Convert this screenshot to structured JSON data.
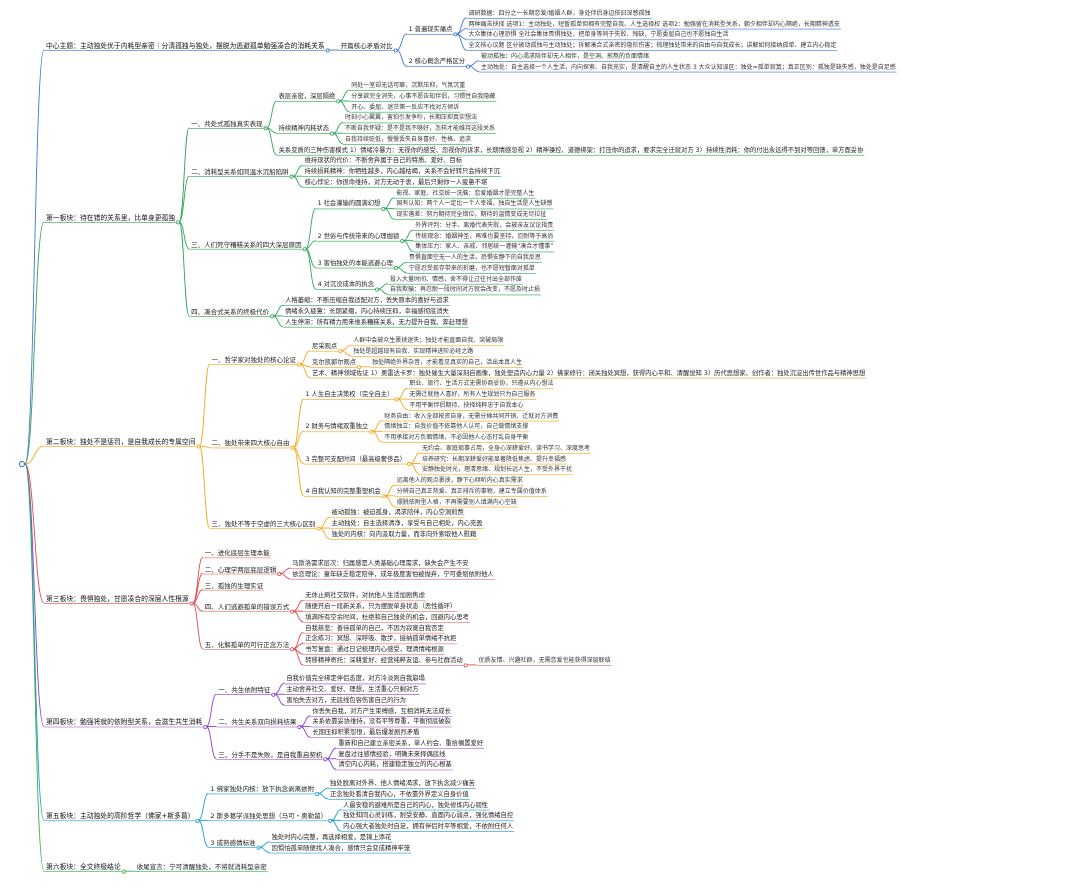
{
  "mindmap": {
    "root": "",
    "branches": [
      {
        "label": "中心主题：主动独处优于内耗型亲密｜分清孤独与独处，摆脱为逃避孤单勉强凑合的消耗关系",
        "color": "#3f74d8",
        "children": [
          {
            "label": "开篇核心矛盾对比",
            "children": [
              {
                "label": "1 普遍现实痛点",
                "children": [
                  {
                    "label": "调研数据：四分之一长期恋爱/婚姻人群，身处伴侣身边依旧深感孤独"
                  },
                  {
                    "label": "两种痛苦抉择 选项1：主动独处，短暂孤单但拥有完整自我、人生选择权 选项2：勉强留在消耗型关系，朝夕相伴却内心隔绝，长期精神透支"
                  },
                  {
                    "label": "大众集体心理恐惧 全社会集体畏惧独处，把单身等同于失败、残缺，宁愿委屈自己也不愿独自生活"
                  },
                  {
                    "label": "全文核心议题 区分被动孤独与主动独处；拆解凑合式亲密的隐形伤害；梳理独处带来的自由与自我成长；讲解如何接纳孤单、建立内心稳定"
                  }
                ]
              },
              {
                "label": "2 核心概念严格区分",
                "children": [
                  {
                    "label": "被动孤独：内心渴求陪伴却无人相伴，是空洞、煎熬的负面情绪"
                  },
                  {
                    "label": "主动独处：自主选择一个人生活，内向探索、自我充实，是清醒自主的人生状态 3 大众认知误区：独处=孤单寂寞；真正区别：孤独是缺失感，独处是自足感"
                  }
                ]
              }
            ]
          }
        ]
      },
      {
        "label": "第一板块：待在错的关系里，比单身更孤独",
        "color": "#2ea55a",
        "children": [
          {
            "label": "一、共处式孤独真实表现",
            "children": [
              {
                "label": "表层亲密，深层隔绝",
                "children": [
                  {
                    "label": "同处一室却无话可聊，沉默压抑，气氛沉重"
                  },
                  {
                    "label": "分享欲完全消失，心事不愿告知伴侣，习惯性自我隐藏"
                  },
                  {
                    "label": "开心、委屈、迷茫第一反应不找对方倾诉"
                  }
                ]
              },
              {
                "label": "持续精神内耗状态",
                "children": [
                  {
                    "label": "时刻小心翼翼，害怕引发争吵，长期压抑真实想法"
                  },
                  {
                    "label": "不断自我怀疑：是不是我不够好，怎样才能维持这段关系"
                  },
                  {
                    "label": "自我持续贬低，慢慢丢失自身喜好、性格、追求"
                  }
                ]
              },
              {
                "label": "关系变质的三种伤害模式 1）情绪冷暴力：无视你的感受、忽视你的诉求，长期情感忽视 2）精神操控、道德绑架：打压你的追求，要求完全迁就对方 3）持续性消耗：你的付出永远得不到对等回馈，单方面妥协"
              }
            ]
          },
          {
            "label": "二、消耗型关系如同温水沉船陷阱",
            "children": [
              {
                "label": "维持现状的代价：不断舍弃属于自己的特质、爱好、目标"
              },
              {
                "label": "持续损耗精神：你牺牲越多，内心越枯竭，关系不会好转只会持续下沉"
              },
              {
                "label": "核心悖论：你很命维持，对方无动于衷，最后只剩你一人疲惫不堪"
              }
            ]
          },
          {
            "label": "三、人们死守糟糕关系的四大深层原因",
            "children": [
              {
                "label": "1 社会灌输的圆满幻想",
                "children": [
                  {
                    "label": "影视、家庭、社交统一洗脑：恋爱婚姻才是完整人生"
                  },
                  {
                    "label": "固有认知：两个人一定比一个人幸福，独自生活是人生缺憾"
                  },
                  {
                    "label": "现实落差：努力期待完全错位，期待的温情变成无尽拉扯"
                  }
                ]
              },
              {
                "label": "2 世俗与传统带来的心理枷锁",
                "children": [
                  {
                    "label": "外界评判：分手、离婚代表失败，会被亲友议论指责"
                  },
                  {
                    "label": "传统观念：婚姻神圣，再难也要坚持，忍耐等于高尚"
                  },
                  {
                    "label": "集体压力：家人、亲戚、邻居统一灌输“凑合才懂事”"
                  }
                ]
              },
              {
                "label": "3 害怕独处的本能逃避心理",
                "children": [
                  {
                    "label": "畏惧直面空无一人的生活，恐惧安静下的自我反思"
                  },
                  {
                    "label": "宁愿忍受现存带来的折磨，也不愿短暂面对孤单"
                  }
                ]
              },
              {
                "label": "4 对沉没成本的执念",
                "children": [
                  {
                    "label": "投入大量时间、情感，舍不得让过往付出全部作废"
                  },
                  {
                    "label": "自我欺骗：再忍耐一段时间对方就会改变，不愿及时止损"
                  }
                ]
              }
            ]
          },
          {
            "label": "四、凑合式关系的终极代价",
            "children": [
              {
                "label": "人格萎缩：不断压缩自我适配对方，丢失原本的喜好与追求"
              },
              {
                "label": "情绪永久疲惫：长期紧绷，内心持续压抑，幸福感彻底消失"
              },
              {
                "label": "人生停滞：所有精力用来维系糟糕关系，无力提升自我、奔赴理想"
              }
            ]
          }
        ]
      },
      {
        "label": "第二板块：独处不是惩罚，是自我成长的专属空间",
        "color": "#f0a81c",
        "children": [
          {
            "label": "一、哲学家对独处的核心论证",
            "children": [
              {
                "label": "尼采观点",
                "children": [
                  {
                    "label": "人群中会被众生裹挟迷失；独处才能直面自我、突破局限"
                  },
                  {
                    "label": "独处是超越现有自我、实现精神进阶必经之路"
                  }
                ]
              },
              {
                "label": "克尔凯郭尔观点",
                "children": [
                  {
                    "label": "独处隔绝外界杂音，才能看见真实的自己，活出本真人生"
                  }
                ]
              },
              {
                "label": "艺术、精神领域佐证 1）奥雷达卡罗：独处催生大量深刻自画像，独处塑造内心力量 2）佛家修行：闭关独处冥想，获得内心平和、清醒觉知 3）历代思想家、创作者：独处沉淀出传世作品与精神思想"
              }
            ]
          },
          {
            "label": "二、独处带来四大核心自由",
            "children": [
              {
                "label": "1 人生自主决策权（完全自主）",
                "children": [
                  {
                    "label": "职业、旅行、生活方式无需协商妥协，只遵从内心想法"
                  },
                  {
                    "label": "无需迁就他人喜好，所有人生规划只为自己服务"
                  },
                  {
                    "label": "不用平衡伴侣期待，抉择纯粹忠于自我本心"
                  }
                ]
              },
              {
                "label": "2 财务与情绪双重独立",
                "children": [
                  {
                    "label": "财务自由：收入全部按资自身，无需分摊共同开销、迁就对方消费"
                  },
                  {
                    "label": "情绪独立：自我价值不依靠他人认可，自己做情绪支撑"
                  },
                  {
                    "label": "不用承接对方负面情绪，不必因他人心态打乱自身平衡"
                  }
                ]
              },
              {
                "label": "3 完整可支配时间（最高级奢侈品）",
                "children": [
                  {
                    "label": "无约会、家庭琐事占用，全身心深耕爱好、读书学习、深度思考"
                  },
                  {
                    "label": "培养研究：长期深耕爱好能显著降低焦虑、提升幸福感"
                  },
                  {
                    "label": "安静独处时光，理清思绪、规划长远人生，不受外界干扰"
                  }
                ]
              },
              {
                "label": "4 自我认知的完整重塑机会",
                "children": [
                  {
                    "label": "远离他人的观点裹挟，静下心倾听内心真实需求"
                  },
                  {
                    "label": "分辨自己真正热爱、真正排斥的事物，建立专属价值体系"
                  },
                  {
                    "label": "摆脱依附型人格，不再需要别人填满内心空缺"
                  }
                ]
              }
            ]
          },
          {
            "label": "三、独处不等于空虚的三大核心区别",
            "children": [
              {
                "label": "被动孤独：被迫孤身，渴求陪伴，内心空洞煎熬"
              },
              {
                "label": "主动独处：自主选择清净，享受与自己相处，内心充盈"
              },
              {
                "label": "独处的内核：向内汲取力量，而非向外索取他人慰藉"
              }
            ]
          }
        ]
      },
      {
        "label": "第三板块：畏惧独处，甘愿凑合的深层人性根源",
        "color": "#e24a4a",
        "children": [
          {
            "label": "一、进化底层生理本能"
          },
          {
            "label": "二、心理学两层底层逻辑",
            "children": [
              {
                "label": "马斯洛需求层次：归属感是人类基础心理需求，缺失会产生不安"
              },
              {
                "label": "依恋理论：童年缺乏稳定陪伴，成年极度害怕被抛弃，宁可委屈依附他人"
              }
            ]
          },
          {
            "label": "三、孤独的生理实证"
          },
          {
            "label": "四、人们逃避孤单的错误方式",
            "children": [
              {
                "label": "无休止刷社交软件，对抗他人生活加剧焦虑"
              },
              {
                "label": "随便开启一段新关系，只为摆脱单身状态（恶性循环）"
              },
              {
                "label": "填满所有空余时间，杜绝和自己独处的机会，回避内心思考"
              }
            ]
          },
          {
            "label": "五、化解孤单的可行正念方法",
            "children": [
              {
                "label": "自我慈悲：善待孤单的自己，不因为寂寞自我否定"
              },
              {
                "label": "正念练习：冥想、深呼吸、散步，接纳孤单情绪不抗拒"
              },
              {
                "label": "书写复盘：通过日记梳理内心感受，理清情绪根源"
              },
              {
                "label": "转移精神寄托：深耕爱好、经营纯粹友谊、参与社群活动",
                "children": [
                  {
                    "label": "优质友情、兴趣社群，无需恋爱也能获得深层联结"
                  }
                ]
              }
            ]
          }
        ]
      },
      {
        "label": "第四板块：勉强将就的依附型关系，会滋生共生消耗",
        "color": "#8a3fd1",
        "children": [
          {
            "label": "一、共生依附特征",
            "children": [
              {
                "label": "自我价值完全绑定伴侣态度，对方冷淡则自我崩塌"
              },
              {
                "label": "主动舍弃社交、爱好、理想，生活重心只剩对方"
              },
              {
                "label": "害怕失去对方，无底线包容伤害自己的行为"
              }
            ]
          },
          {
            "label": "二、共生关系双向损耗结果",
            "children": [
              {
                "label": "你丢失自我，对方产生束缚感，互相消耗无法成长"
              },
              {
                "label": "关系依靠妥协维持，没有平等尊重，平衡彻底破裂"
              },
              {
                "label": "长期压抑积累怨恨，最后爆发剧烈矛盾"
              }
            ]
          },
          {
            "label": "三、分手不是失败，是自我重启契机",
            "children": [
              {
                "label": "重新和自己建立亲密关系，单人约会、重拾搁置爱好"
              },
              {
                "label": "复盘过往感情经验，明确未来择偶底线"
              },
              {
                "label": "清空内心内耗，搭建稳定独立的内心根基"
              }
            ]
          }
        ]
      },
      {
        "label": "第五板块：主动独处的高阶哲学（佛家+斯多葛）",
        "color": "#1b9ad6",
        "children": [
          {
            "label": "1 佛家独处内核：放下执念剥离依附",
            "children": [
              {
                "label": "独处脱离对外界、他人情绪渴求，放下执念减少痛苦"
              },
              {
                "label": "正念独处看清自我内心，不依靠外界定义自身价值"
              }
            ]
          },
          {
            "label": "2 斯多葛学派独处思想（马可・奥勒留）",
            "children": [
              {
                "label": "人最安稳的避难所是自己的内心，独处修炼内心韧性"
              },
              {
                "label": "独处知同心灵训练，耐受安静、直面内心弱点，强化情绪自控"
              },
              {
                "label": "内心强大者独处时自足，拥有伴侣时平等相爱，不依附任何人"
              }
            ]
          },
          {
            "label": "3 成熟感情标准",
            "children": [
              {
                "label": "独处时内心完整，再选择相爱，是锦上添花"
              },
              {
                "label": "因惧怕孤单随便找人凑合，感情只会变成精神牢笼"
              }
            ]
          }
        ]
      },
      {
        "label": "第六板块：全文终极结论",
        "color": "#33b24a",
        "children": [
          {
            "label": "收尾宣言：宁可清醒独处，不将就消耗型亲密"
          }
        ]
      }
    ]
  }
}
